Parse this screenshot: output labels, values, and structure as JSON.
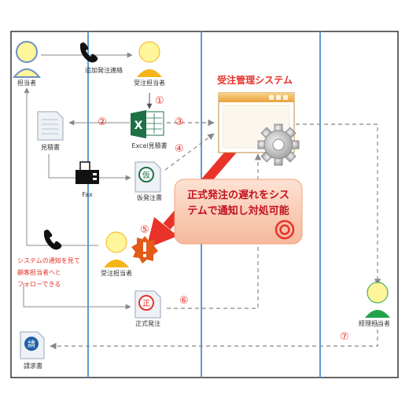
{
  "labels": {
    "tantousha": "担当者",
    "tsuika_renraku": "追加発注連絡",
    "juchu_tantousha_top": "受注担当者",
    "system_title": "受注管理システム",
    "mitsumorisho": "見積書",
    "excel_mitsumorisho": "Excel見積書",
    "fax": "Fax",
    "kari_hacchusho": "仮発注書",
    "juchu_tantousha_mid": "受注担当者",
    "seishiki_hacchu": "正式発注",
    "keiri_tantousha": "経理担当者",
    "seikyusho": "請求書",
    "excel_letter": "X",
    "kari_stamp": "仮",
    "sei_stamp": "正",
    "sei_doc_stamp": "請"
  },
  "steps": [
    "①",
    "②",
    "③",
    "④",
    "⑤",
    "⑥",
    "⑦"
  ],
  "callout": {
    "line1": "正式発注の遅れをシス",
    "line2": "テムで通知し対処可能",
    "mark": "◎"
  },
  "red_note": {
    "line1": "システムの通知を見て",
    "line2": "顧客担当者へと",
    "line3": "フォローできる"
  },
  "colors": {
    "lane_line": "#5b9bd5",
    "border": "#333333",
    "red": "#e8322a",
    "callout_fill": "#fbd3c0",
    "person_yellow": "#fff59a",
    "person_orange": "#f7b419",
    "person_green": "#22a34a",
    "person_blue_stroke": "#6f8fc6",
    "excel_green": "#1e7145",
    "dashed": "#888888"
  }
}
